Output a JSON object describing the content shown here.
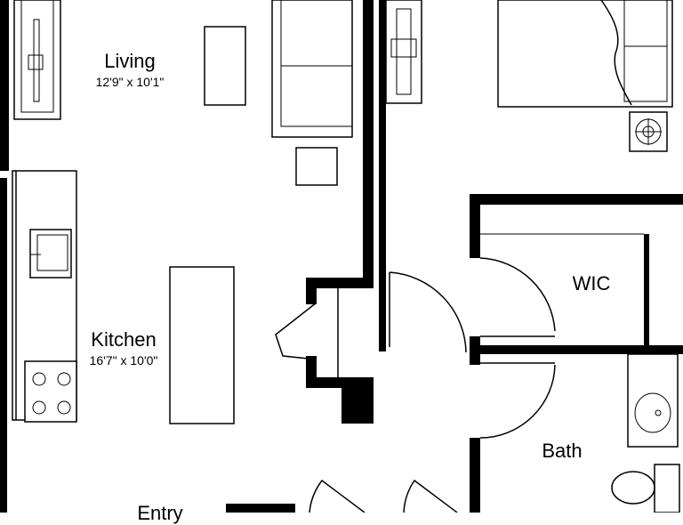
{
  "rooms": {
    "living": {
      "name": "Living",
      "dimensions": "12'9\" x 10'1\""
    },
    "kitchen": {
      "name": "Kitchen",
      "dimensions": "16'7\" x 10'0\""
    },
    "wic": {
      "name": "WIC"
    },
    "bath": {
      "name": "Bath"
    },
    "entry": {
      "name": "Entry"
    }
  }
}
